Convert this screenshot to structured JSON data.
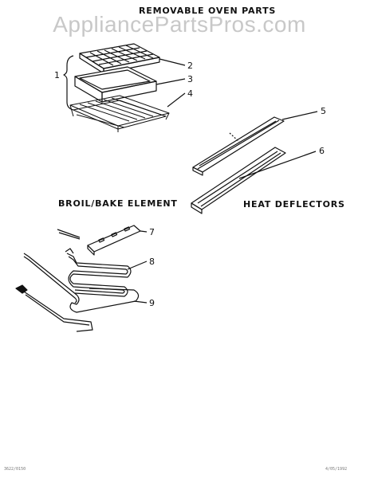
{
  "watermark": "AppliancePartsPros.com",
  "headings": {
    "title": "REMOVABLE OVEN PARTS",
    "broil_bake": "BROIL/BAKE ELEMENT",
    "heat_deflectors": "HEAT DEFLECTORS"
  },
  "callouts": [
    "1",
    "2",
    "3",
    "4",
    "5",
    "6",
    "7",
    "8",
    "9"
  ],
  "footer": {
    "left": "3622/0150",
    "right": "4/05/1992"
  }
}
